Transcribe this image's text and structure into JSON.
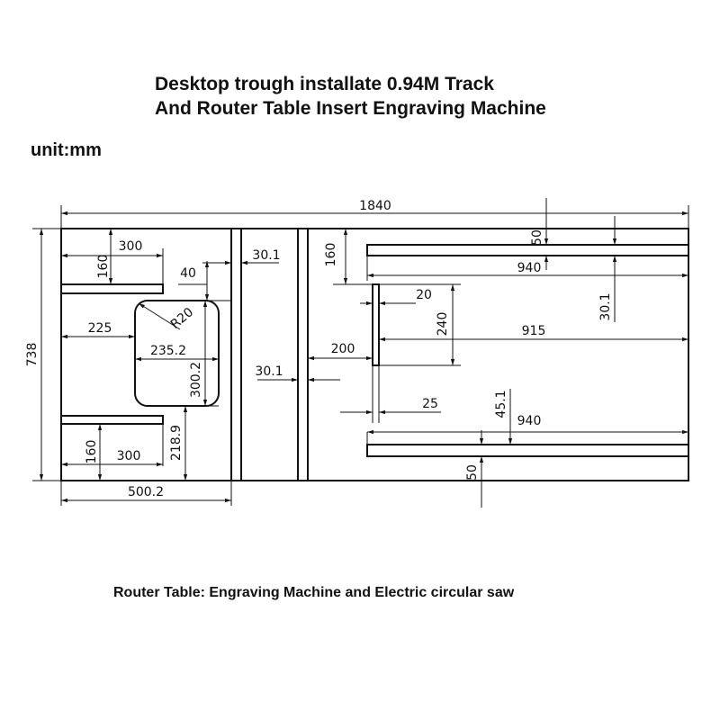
{
  "title": {
    "line1": "Desktop trough installate 0.94M Track",
    "line2": "And Router Table Insert Engraving Machine"
  },
  "unit_label": "unit:mm",
  "caption": "Router Table: Engraving Machine and Electric circular saw",
  "dimensions": {
    "overall_length": "1840",
    "overall_width": "738",
    "left_slot_length_top": "300",
    "left_slot_offset_top": "160",
    "slot_gap": "40",
    "corner_radius": "R20",
    "cutout_offset": "225",
    "cutout_width": "235.2",
    "cutout_height": "300.2",
    "left_slot_length_bottom": "300",
    "left_slot_offset_bottom": "160",
    "bottom_to_cutout": "218.9",
    "left_section_width": "500.2",
    "channel_width_top": "30.1",
    "channel_width_bottom": "30.1",
    "right_offset_160": "160",
    "insert_offset": "200",
    "track_width_top": "50",
    "track_length_top": "940",
    "right_margin": "30.1",
    "insert_slot_width": "20",
    "insert_slot_length": "240",
    "insert_to_end": "915",
    "slot_width_25": "25",
    "track_spacing": "45.1",
    "track_length_bottom": "940",
    "track_width_bottom": "50"
  },
  "colors": {
    "line": "#111111",
    "background": "#ffffff"
  }
}
